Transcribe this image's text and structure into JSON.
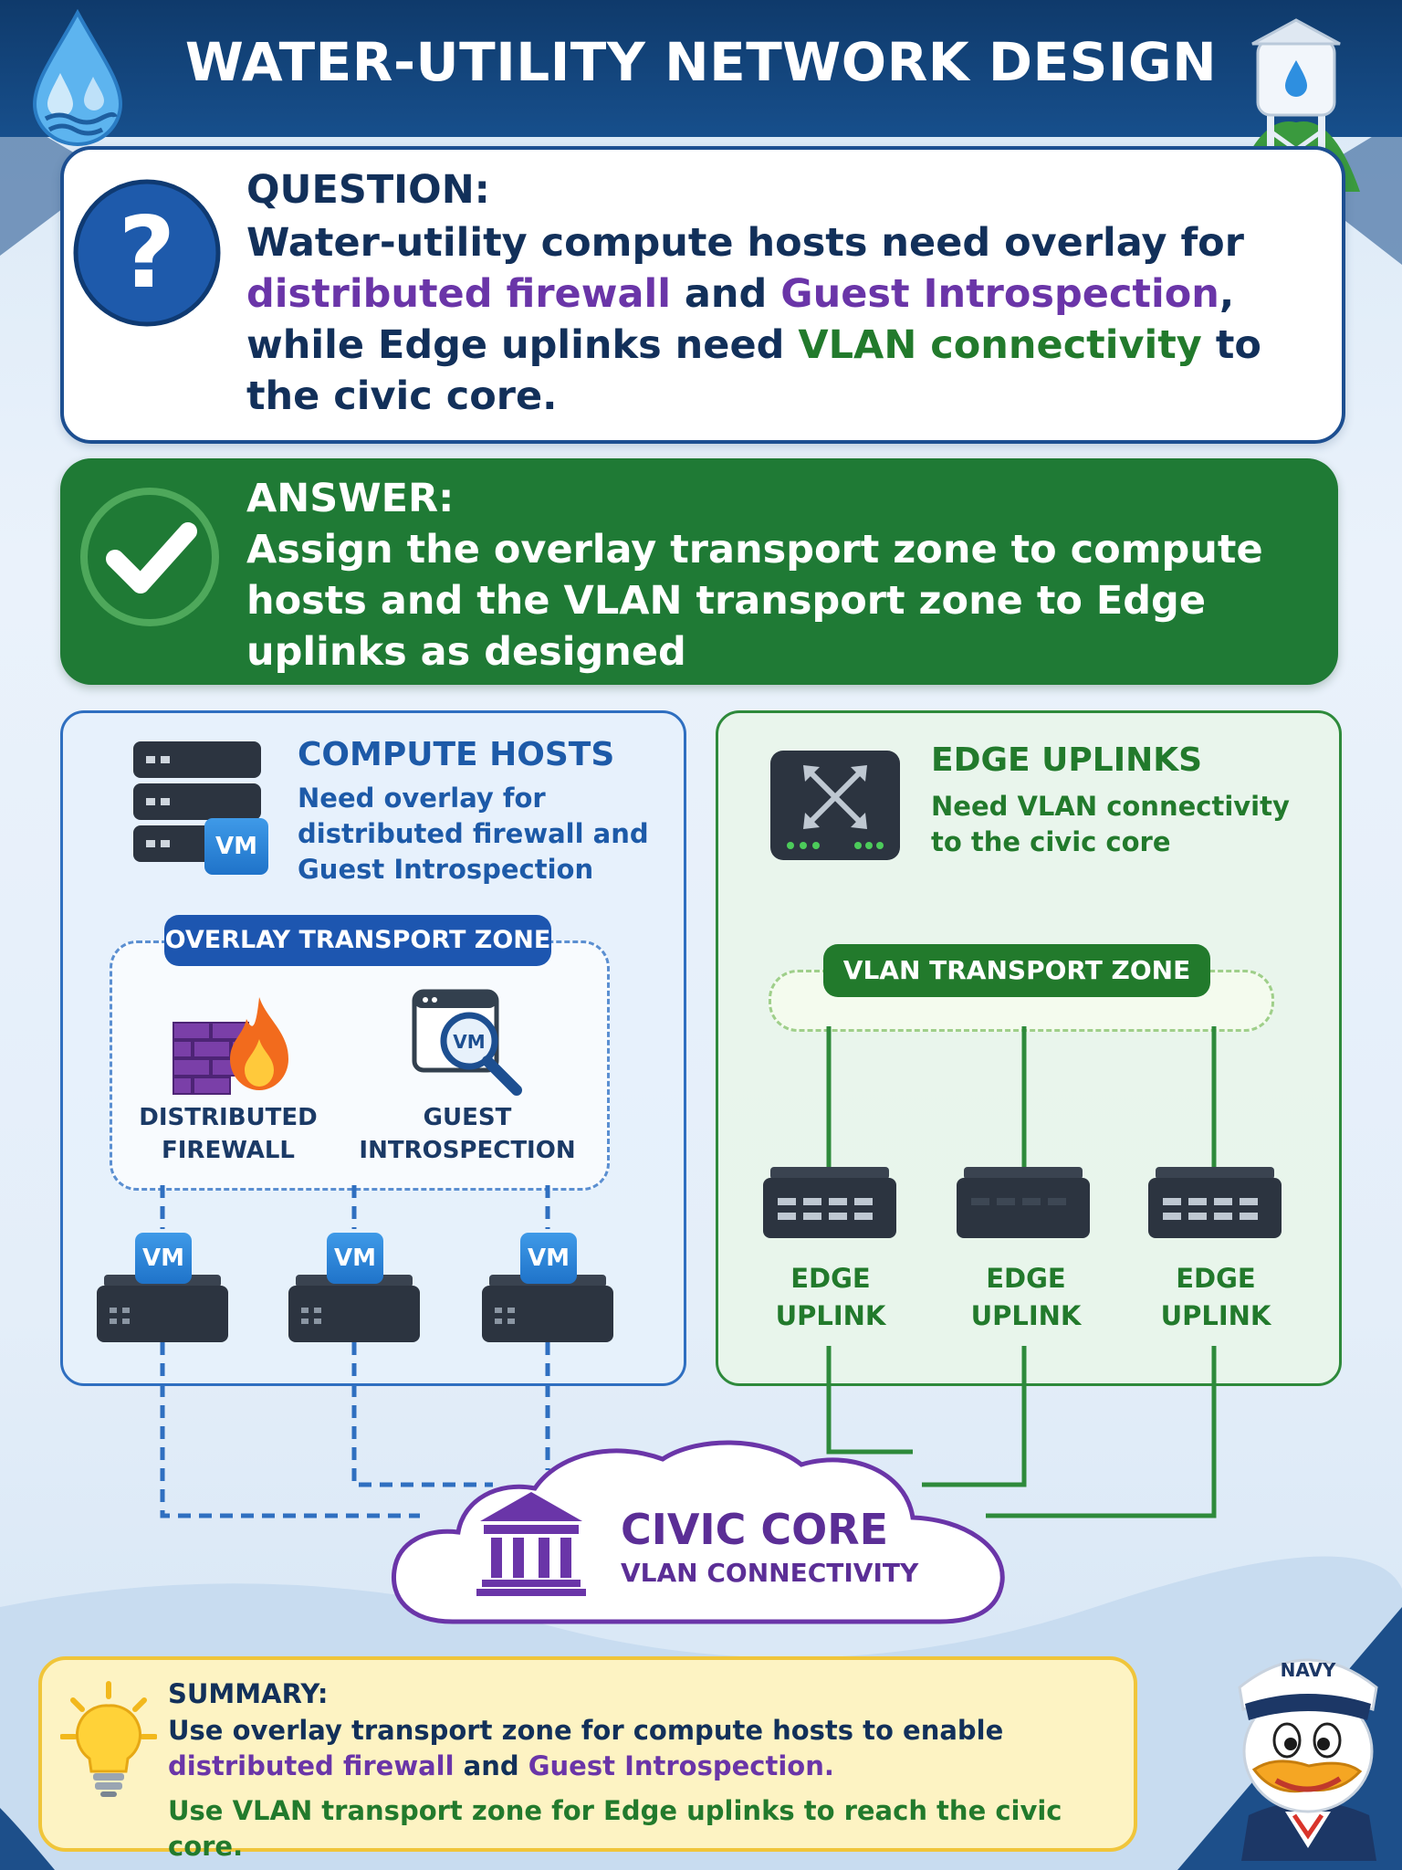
{
  "header": {
    "title": "WATER-UTILITY NETWORK DESIGN"
  },
  "question": {
    "label": "QUESTION:",
    "seg1": "Water-utility compute hosts need overlay for ",
    "hl1": "distributed firewall",
    "seg2": " and ",
    "hl2": "Guest Introspection",
    "seg3": ", while Edge uplinks need ",
    "hl3": "VLAN connectivity",
    "seg4": " to the civic core."
  },
  "answer": {
    "label": "ANSWER:",
    "text": "Assign the overlay transport zone to compute hosts and the VLAN transport zone to Edge uplinks as designed"
  },
  "compute": {
    "title": "COMPUTE HOSTS",
    "desc": "Need overlay for distributed firewall and Guest Introspection",
    "zone_label": "OVERLAY TRANSPORT ZONE",
    "firewall_label": "DISTRIBUTED FIREWALL",
    "introspection_label": "GUEST INTROSPECTION",
    "vm_badge": "VM"
  },
  "edge": {
    "title": "EDGE UPLINKS",
    "desc": "Need VLAN connectivity to the civic core",
    "zone_label": "VLAN TRANSPORT ZONE",
    "uplink_label": "EDGE UPLINK"
  },
  "civic": {
    "title": "CIVIC CORE",
    "subtitle": "VLAN CONNECTIVITY"
  },
  "mascot": {
    "hat_text": "NAVY"
  },
  "summary": {
    "label": "SUMMARY:",
    "seg1": "Use overlay transport zone for compute hosts to enable ",
    "hl1": "distributed firewall",
    "seg2": " and ",
    "hl2": "Guest Introspection.",
    "line2": "Use VLAN transport zone for Edge uplinks to reach the civic core."
  },
  "colors": {
    "navy": "#12305a",
    "compute_blue": "#1d5aa8",
    "edge_green": "#227a2c",
    "highlight_purple": "#6a35a8",
    "civic_purple": "#5b2e96",
    "summary_yellow": "#fdf3c3"
  }
}
